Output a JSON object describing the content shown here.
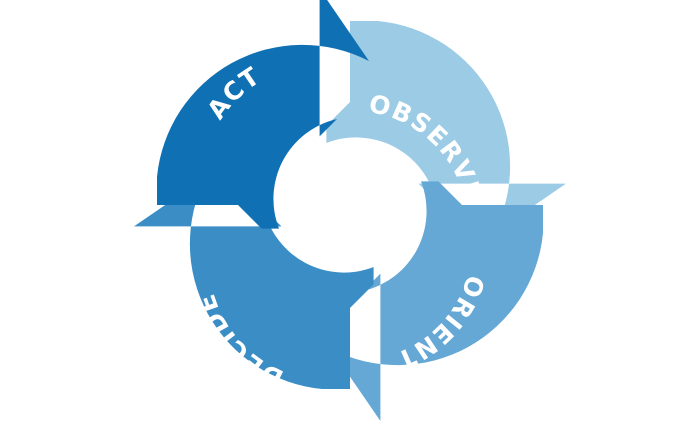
{
  "diagram": {
    "stages": [
      {
        "key": "observe",
        "label": "OBSERVE",
        "color": "#9ccbe6"
      },
      {
        "key": "orient",
        "label": "ORIENT",
        "color": "#65a8d5"
      },
      {
        "key": "decide",
        "label": "DECIDE",
        "color": "#3a8ec5"
      },
      {
        "key": "act",
        "label": "ACT",
        "color": "#0f71b3"
      }
    ],
    "background": "#ffffff"
  }
}
